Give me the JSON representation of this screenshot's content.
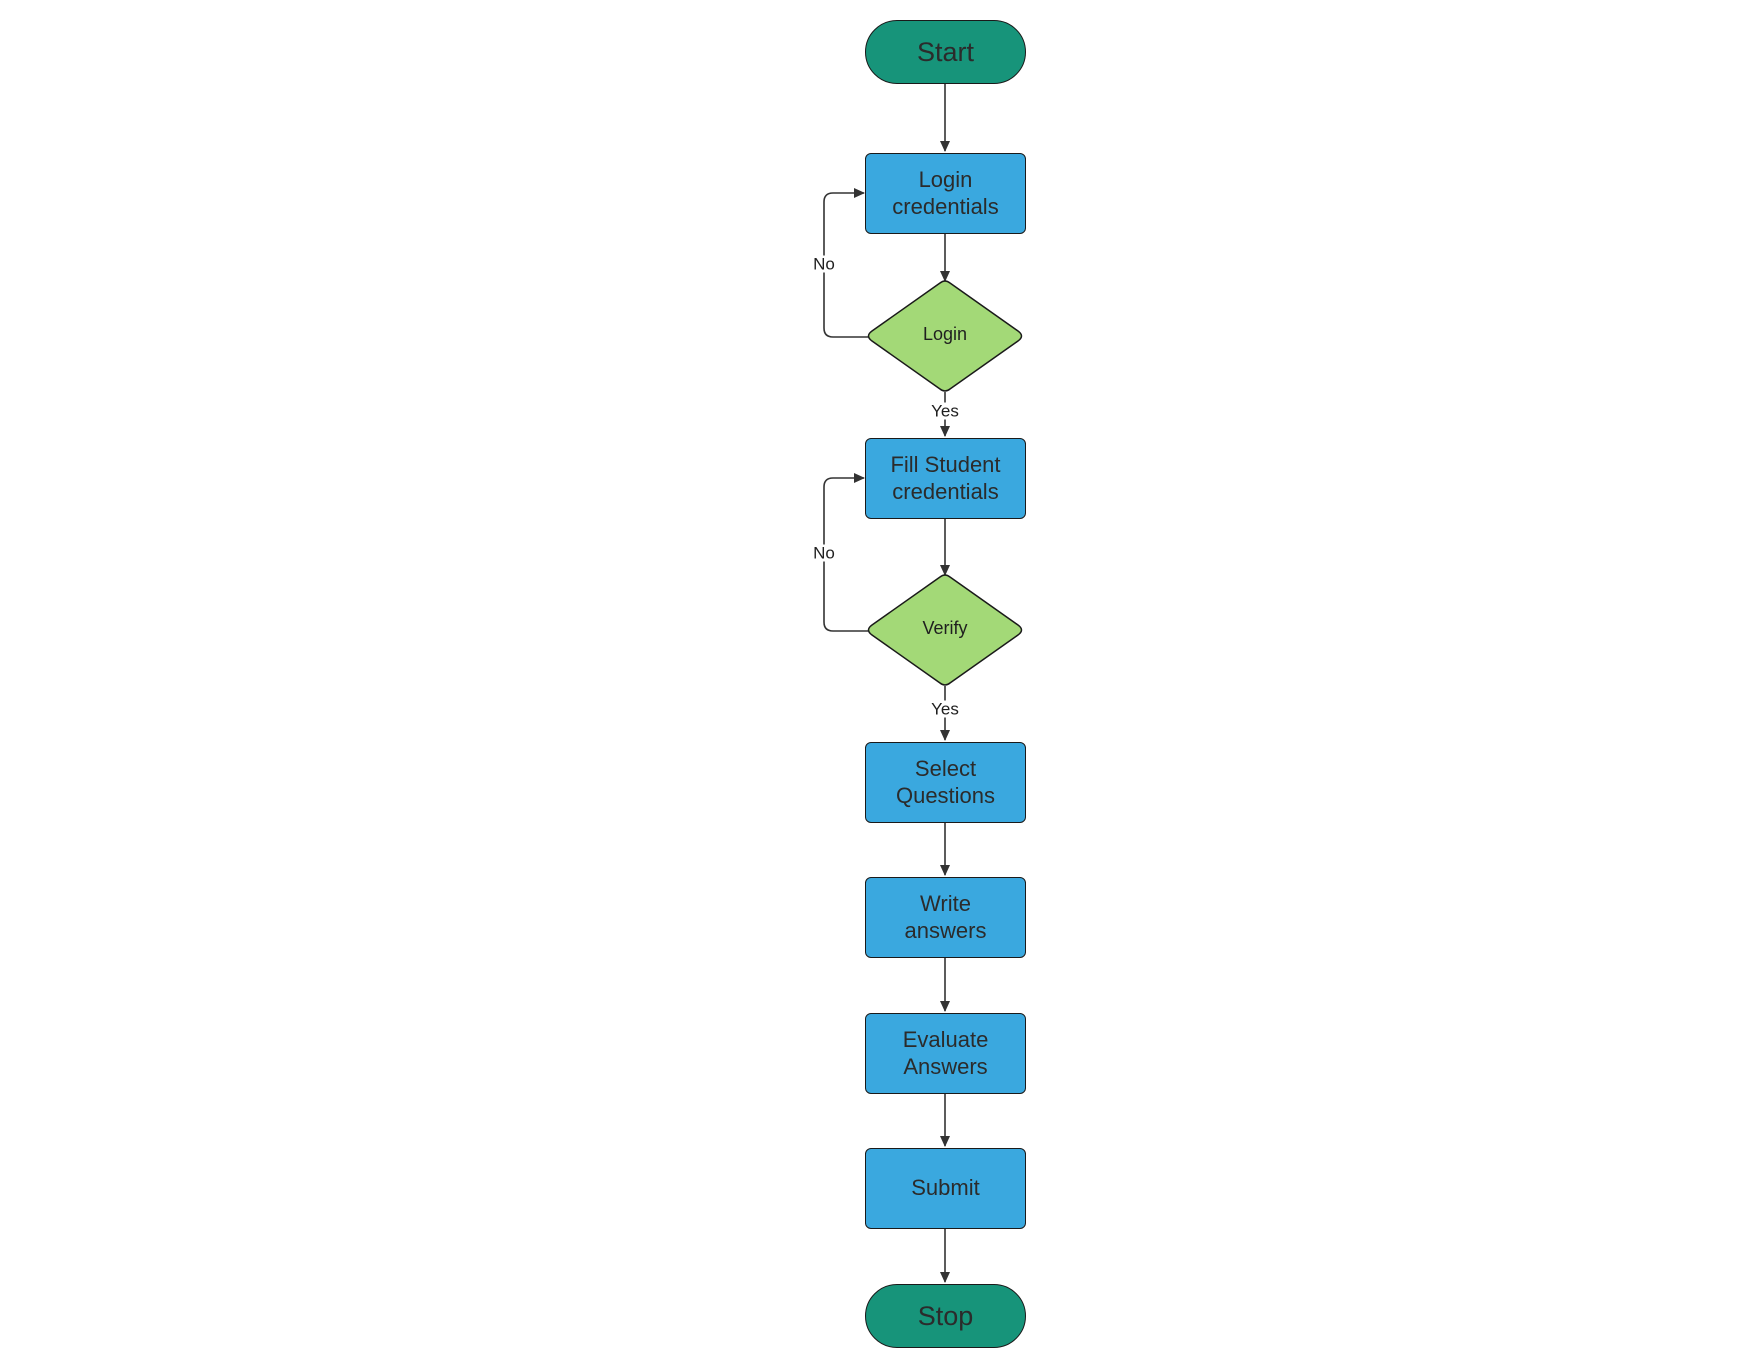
{
  "diagram": {
    "colors": {
      "terminal_fill": "#17947a",
      "process_fill": "#3aa8df",
      "decision_fill": "#a3d977",
      "stroke": "#1a1a1a",
      "arrow": "#333333"
    },
    "nodes": {
      "start": {
        "label": "Start",
        "shape": "terminal"
      },
      "login_credentials": {
        "label": "Login\ncredentials",
        "shape": "process"
      },
      "login_decision": {
        "label": "Login",
        "shape": "decision"
      },
      "fill_student": {
        "label": "Fill Student\ncredentials",
        "shape": "process"
      },
      "verify_decision": {
        "label": "Verify",
        "shape": "decision"
      },
      "select_questions": {
        "label": "Select\nQuestions",
        "shape": "process"
      },
      "write_answers": {
        "label": "Write\nanswers",
        "shape": "process"
      },
      "evaluate_answers": {
        "label": "Evaluate\nAnswers",
        "shape": "process"
      },
      "submit": {
        "label": "Submit",
        "shape": "process"
      },
      "stop": {
        "label": "Stop",
        "shape": "terminal"
      }
    },
    "edges": {
      "login_no": "No",
      "login_yes": "Yes",
      "verify_no": "No",
      "verify_yes": "Yes"
    }
  }
}
